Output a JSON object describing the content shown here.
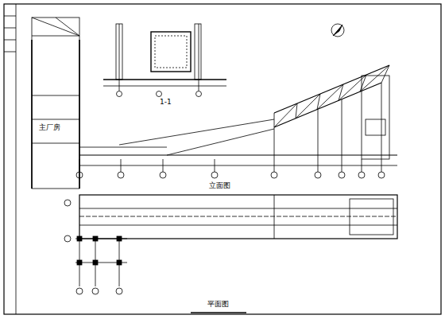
{
  "diagram": {
    "labels": [
      "主厂房",
      "1-1",
      "立面图",
      "平面图"
    ]
  }
}
